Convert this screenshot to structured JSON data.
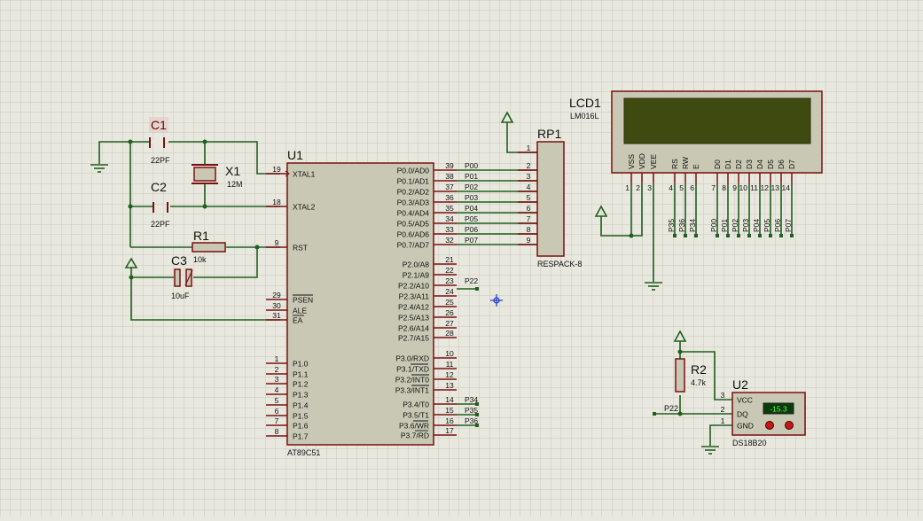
{
  "components": {
    "c1": {
      "ref": "C1",
      "value": "22PF"
    },
    "c2": {
      "ref": "C2",
      "value": "22PF"
    },
    "x1": {
      "ref": "X1",
      "value": "12M"
    },
    "r1": {
      "ref": "R1",
      "value": "10k"
    },
    "c3": {
      "ref": "C3",
      "value": "10uF"
    },
    "u1": {
      "ref": "U1",
      "part": "AT89C51"
    },
    "rp1": {
      "ref": "RP1",
      "part": "RESPACK-8"
    },
    "lcd1": {
      "ref": "LCD1",
      "part": "LM016L"
    },
    "r2": {
      "ref": "R2",
      "value": "4.7k"
    },
    "u2": {
      "ref": "U2",
      "part": "DS18B20",
      "reading": "-15.3"
    }
  },
  "u1_left_pins": [
    {
      "num": "19",
      "name": "XTAL1"
    },
    {
      "num": "18",
      "name": "XTAL2"
    },
    {
      "num": "9",
      "name": "RST"
    },
    {
      "num": "29",
      "name": "PSEN"
    },
    {
      "num": "30",
      "name": "ALE"
    },
    {
      "num": "31",
      "name": "EA"
    },
    {
      "num": "1",
      "name": "P1.0"
    },
    {
      "num": "2",
      "name": "P1.1"
    },
    {
      "num": "3",
      "name": "P1.2"
    },
    {
      "num": "4",
      "name": "P1.3"
    },
    {
      "num": "5",
      "name": "P1.4"
    },
    {
      "num": "6",
      "name": "P1.5"
    },
    {
      "num": "7",
      "name": "P1.6"
    },
    {
      "num": "8",
      "name": "P1.7"
    }
  ],
  "u1_right_pins": [
    {
      "num": "39",
      "name": "P0.0/AD0",
      "net": "P00"
    },
    {
      "num": "38",
      "name": "P0.1/AD1",
      "net": "P01"
    },
    {
      "num": "37",
      "name": "P0.2/AD2",
      "net": "P02"
    },
    {
      "num": "36",
      "name": "P0.3/AD3",
      "net": "P03"
    },
    {
      "num": "35",
      "name": "P0.4/AD4",
      "net": "P04"
    },
    {
      "num": "34",
      "name": "P0.5/AD5",
      "net": "P05"
    },
    {
      "num": "33",
      "name": "P0.6/AD6",
      "net": "P06"
    },
    {
      "num": "32",
      "name": "P0.7/AD7",
      "net": "P07"
    },
    {
      "num": "21",
      "name": "P2.0/A8",
      "net": ""
    },
    {
      "num": "22",
      "name": "P2.1/A9",
      "net": ""
    },
    {
      "num": "23",
      "name": "P2.2/A10",
      "net": "P22"
    },
    {
      "num": "24",
      "name": "P2.3/A11",
      "net": ""
    },
    {
      "num": "25",
      "name": "P2.4/A12",
      "net": ""
    },
    {
      "num": "26",
      "name": "P2.5/A13",
      "net": ""
    },
    {
      "num": "27",
      "name": "P2.6/A14",
      "net": ""
    },
    {
      "num": "28",
      "name": "P2.7/A15",
      "net": ""
    },
    {
      "num": "10",
      "name": "P3.0/RXD",
      "net": ""
    },
    {
      "num": "11",
      "name": "P3.1/TXD",
      "net": ""
    },
    {
      "num": "12",
      "name": "P3.2/INT0",
      "net": ""
    },
    {
      "num": "13",
      "name": "P3.3/INT1",
      "net": ""
    },
    {
      "num": "14",
      "name": "P3.4/T0",
      "net": "P34"
    },
    {
      "num": "15",
      "name": "P3.5/T1",
      "net": "P35"
    },
    {
      "num": "16",
      "name": "P3.6/WR",
      "net": "P36"
    },
    {
      "num": "17",
      "name": "P3.7/RD",
      "net": ""
    }
  ],
  "rp1_pins": [
    "1",
    "2",
    "3",
    "4",
    "5",
    "6",
    "7",
    "8",
    "9"
  ],
  "lcd_pins": [
    {
      "num": "1",
      "name": "VSS",
      "net": ""
    },
    {
      "num": "2",
      "name": "VDD",
      "net": ""
    },
    {
      "num": "3",
      "name": "VEE",
      "net": ""
    },
    {
      "num": "4",
      "name": "RS",
      "net": "P35"
    },
    {
      "num": "5",
      "name": "RW",
      "net": "P36"
    },
    {
      "num": "6",
      "name": "E",
      "net": "P34"
    },
    {
      "num": "7",
      "name": "D0",
      "net": "P00"
    },
    {
      "num": "8",
      "name": "D1",
      "net": "P01"
    },
    {
      "num": "9",
      "name": "D2",
      "net": "P02"
    },
    {
      "num": "10",
      "name": "D3",
      "net": "P03"
    },
    {
      "num": "11",
      "name": "D4",
      "net": "P04"
    },
    {
      "num": "12",
      "name": "D5",
      "net": "P05"
    },
    {
      "num": "13",
      "name": "D6",
      "net": "P06"
    },
    {
      "num": "14",
      "name": "D7",
      "net": "P07"
    }
  ],
  "u2_pins": [
    {
      "num": "3",
      "name": "VCC"
    },
    {
      "num": "2",
      "name": "DQ"
    },
    {
      "num": "1",
      "name": "GND"
    }
  ],
  "net_labels": {
    "p22_left": "P22"
  },
  "colors": {
    "background": "#e8e8de",
    "grid": "#c9c9bd",
    "wire": "#1f5f1f",
    "outline": "#7a1010",
    "body": "#c8c8b4",
    "lcd_screen": "#3f4a10",
    "probe": "#1e3cc8"
  }
}
